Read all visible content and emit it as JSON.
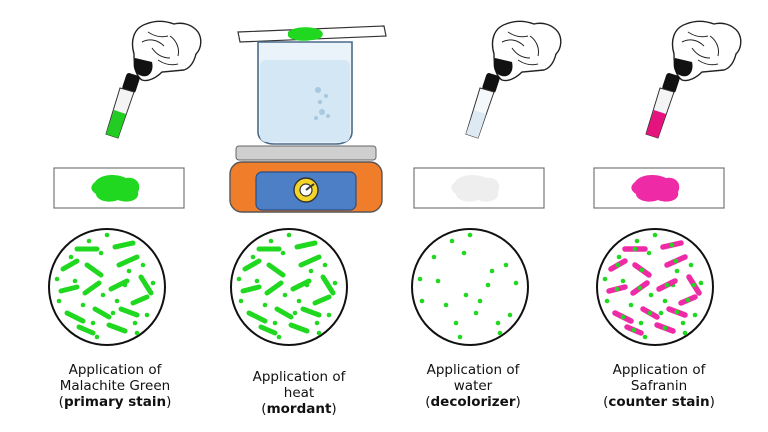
{
  "steps": [
    {
      "line1": "Application of",
      "line2": "Malachite Green",
      "paren_open": "(",
      "emph": "primary stain",
      "paren_close": ")",
      "tool": "dropper",
      "liquid_color": "#22cc22",
      "smear_color": "#1fd81f",
      "cells": "rods-and-cocci-green"
    },
    {
      "line1": "Application of",
      "line2": "heat",
      "paren_open": "(",
      "emph": "mordant",
      "paren_close": ")",
      "tool": "steaming-beaker-on-hotplate",
      "smear_color": "#1fd81f",
      "cells": "rods-and-cocci-green"
    },
    {
      "line1": "Application of",
      "line2": "water",
      "paren_open": "(",
      "emph": "decolorizer",
      "paren_close": ")",
      "tool": "dropper",
      "liquid_color": "#dde9f3",
      "smear_color": "#eeeeee",
      "cells": "cocci-green-only"
    },
    {
      "line1": "Application of",
      "line2": "Safranin",
      "paren_open": "(",
      "emph": "counter stain",
      "paren_close": ")",
      "tool": "dropper",
      "liquid_color": "#e6127d",
      "smear_color": "#ee2aa6",
      "cells": "pink-rods-with-green-spores"
    }
  ],
  "colors": {
    "green": "#1fd81f",
    "pink": "#ee2aa6",
    "hotplate_orange": "#f07d2a",
    "hotplate_blue": "#4d7fc6",
    "knob_yellow": "#f3d52a"
  }
}
